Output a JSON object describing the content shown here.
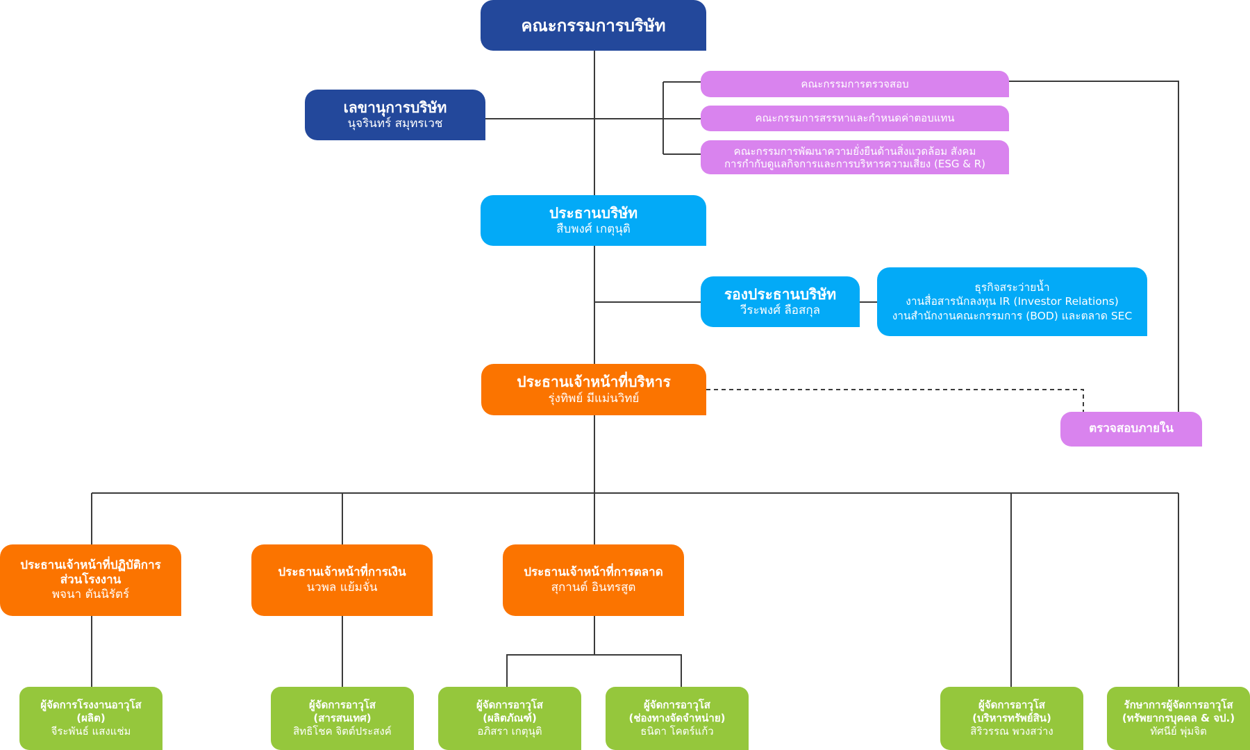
{
  "board": {
    "title": "คณะกรรมการบริษัท"
  },
  "secretary": {
    "title": "เลขานุการบริษัท",
    "name": "นุจรินทร์ สมุทรเวช"
  },
  "committees": [
    {
      "label": "คณะกรรมการตรวจสอบ"
    },
    {
      "label": "คณะกรรมการสรรหาและกำหนดค่าตอบแทน"
    },
    {
      "line1": "คณะกรรมการพัฒนาความยั่งยืนด้านสิ่งแวดล้อม สังคม",
      "line2": "การกำกับดูแลกิจการและการบริหารความเสี่ยง (ESG & R)"
    }
  ],
  "president": {
    "title": "ประธานบริษัท",
    "name": "สืบพงศ์ เกตุนุติ"
  },
  "vice_president": {
    "title": "รองประธานบริษัท",
    "name": "วีระพงศ์ ลือสกุล"
  },
  "vp_duties": [
    "ธุรกิจสระว่ายน้ำ",
    "งานสื่อสารนักลงทุน IR (Investor Relations)",
    "งานสำนักงานคณะกรรมการ (BOD) และตลาด SEC"
  ],
  "ceo": {
    "title": "ประธานเจ้าหน้าที่บริหาร",
    "name": "รุ่งทิพย์ มีแม่นวิทย์"
  },
  "internal_audit": {
    "label": "ตรวจสอบภายใน"
  },
  "chiefs": [
    {
      "line1": "ประธานเจ้าหน้าที่ปฏิบัติการ",
      "line2": "ส่วนโรงงาน",
      "name": "พจนา ตันนิรัตร์"
    },
    {
      "title": "ประธานเจ้าหน้าที่การเงิน",
      "name": "นวพล แย้มจั่น"
    },
    {
      "title": "ประธานเจ้าหน้าที่การตลาด",
      "name": "สุกานต์ อินทรสูต"
    }
  ],
  "managers": [
    {
      "line1": "ผู้จัดการโรงงานอาวุโส",
      "line2": "(ผลิต)",
      "name": "จีระพันธ์ แสงแช่ม"
    },
    {
      "line1": "ผู้จัดการอาวุโส",
      "line2": "(สารสนเทศ)",
      "name": "สิทธิโชค จิตต์ประสงค์"
    },
    {
      "line1": "ผู้จัดการอาวุโส",
      "line2": "(ผลิตภัณฑ์)",
      "name": "อภิสรา เกตุนุติ"
    },
    {
      "line1": "ผู้จัดการอาวุโส",
      "line2": "(ช่องทางจัดจำหน่าย)",
      "name": "ธนิดา โคตร์แก้ว"
    },
    {
      "line1": "ผู้จัดการอาวุโส",
      "line2": "(บริหารทรัพย์สิน)",
      "name": "สิริวรรณ พวงสว่าง"
    },
    {
      "line1": "รักษาการผู้จัดการอาวุโส",
      "line2": "(ทรัพยากรบุคคล & จป.)",
      "name": "ทัศนีย์ พุ่มจิต"
    }
  ],
  "colors": {
    "navy": "#23489b",
    "blue": "#03aaf7",
    "orange": "#fb7400",
    "violet": "#d983ee",
    "green": "#95c73c",
    "line": "#3a3a3a"
  }
}
